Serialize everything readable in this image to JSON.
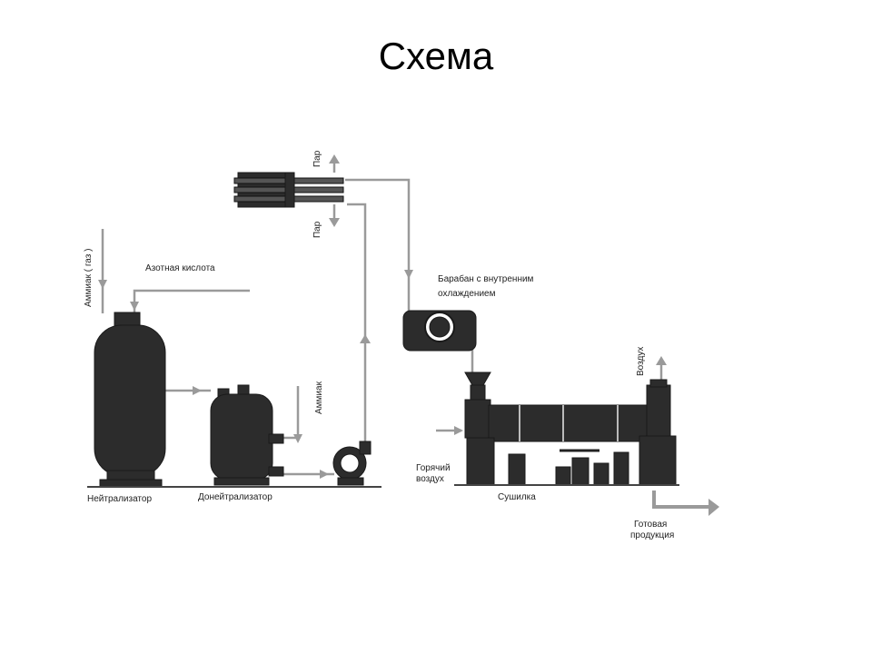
{
  "title": "Схема",
  "labels": {
    "ammonia_gas": "Аммиак ( газ )",
    "nitric_acid": "Азотная кислота",
    "steam_top": "Пар",
    "steam_bottom": "Пар",
    "drum": "Барабан с внутренним",
    "drum2": "охлаждением",
    "ammonia": "Аммиак",
    "air": "Воздух",
    "hot_air": "Горячий",
    "hot_air2": "воздух",
    "neutralizer": "Нейтрализатор",
    "doneutralizer": "Донейтрализатор",
    "dryer": "Сушилка",
    "product": "Готовая",
    "product2": "продукция"
  }
}
